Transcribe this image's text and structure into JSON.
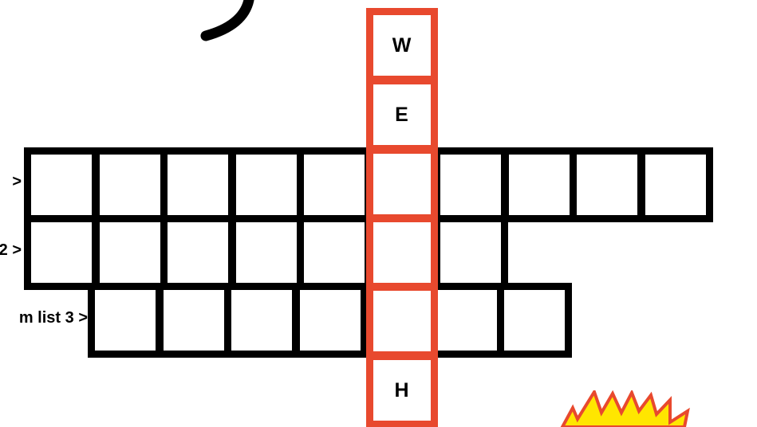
{
  "rows": [
    {
      "label": ">",
      "cells": 10
    },
    {
      "label": "2 >",
      "cells": 7
    },
    {
      "label": "m list 3 >",
      "cells": 7
    }
  ],
  "column": {
    "letters": [
      "W",
      "E",
      "",
      "",
      "",
      "H"
    ]
  },
  "colors": {
    "grid_border": "#000000",
    "highlight_border": "#e8492e",
    "burst_fill": "#ffe600",
    "burst_outline": "#e8492e"
  }
}
